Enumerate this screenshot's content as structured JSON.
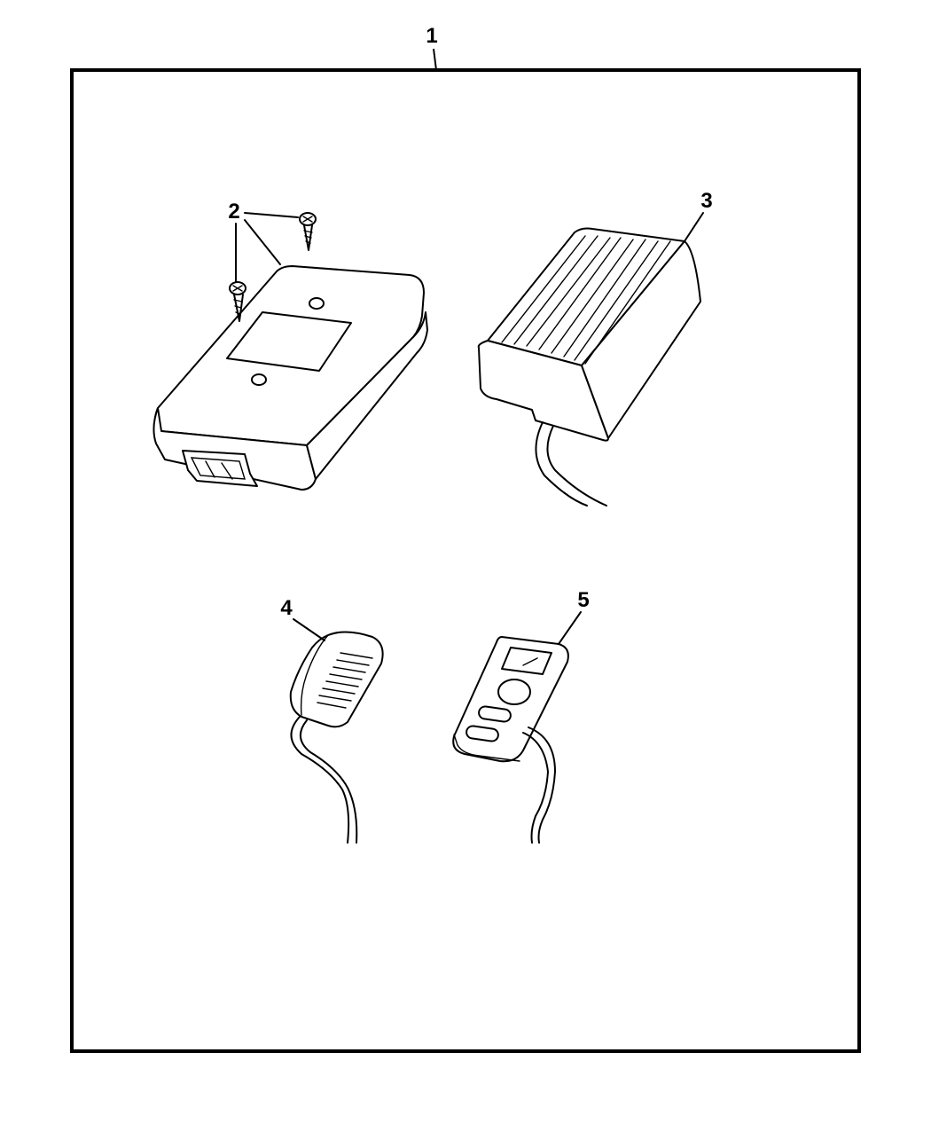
{
  "diagram": {
    "callouts": {
      "kit": "1",
      "screws": "2",
      "power_supply": "3",
      "microphone": "4",
      "remote": "5"
    },
    "colors": {
      "line": "#000000",
      "background": "#ffffff"
    }
  }
}
